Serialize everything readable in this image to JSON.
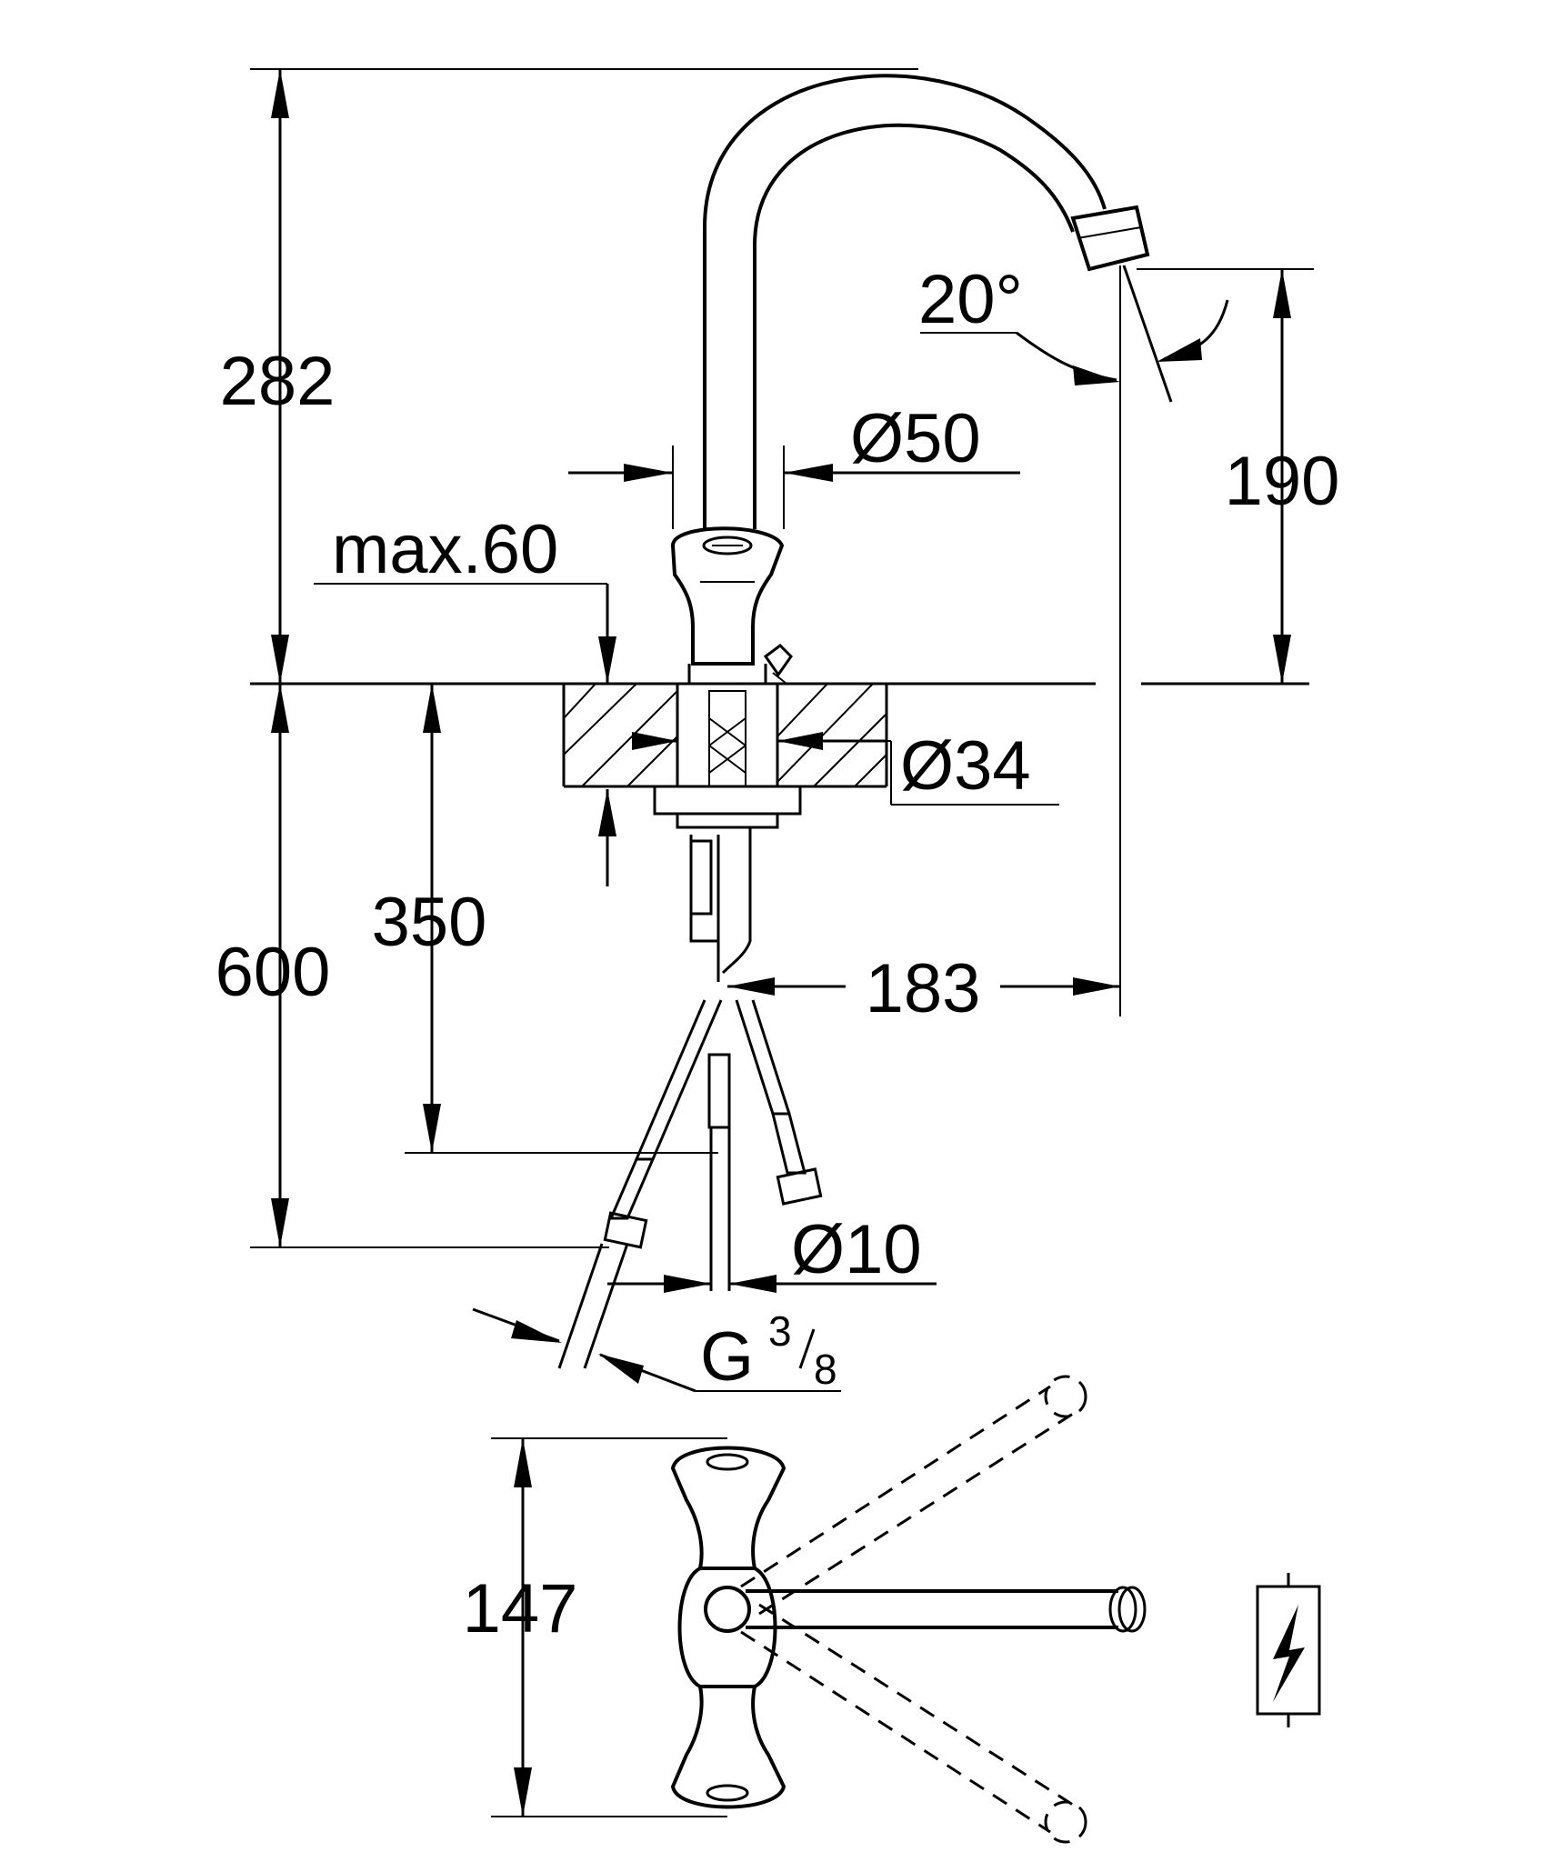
{
  "dimensions": {
    "total_height": "282",
    "spout_diameter": "Ø50",
    "max_deck_thickness": "max.60",
    "swivel_angle": "20°",
    "spout_outlet_height": "190",
    "hole_diameter": "Ø34",
    "hose_length_total": "600",
    "hose_length": "350",
    "spout_reach": "183",
    "hose_diameter": "Ø10",
    "thread_prefix": "G",
    "thread_numerator": "3",
    "thread_denominator": "8",
    "plan_width": "147"
  },
  "icons": {
    "high_pressure_symbol": "lightning-bolt-icon"
  }
}
